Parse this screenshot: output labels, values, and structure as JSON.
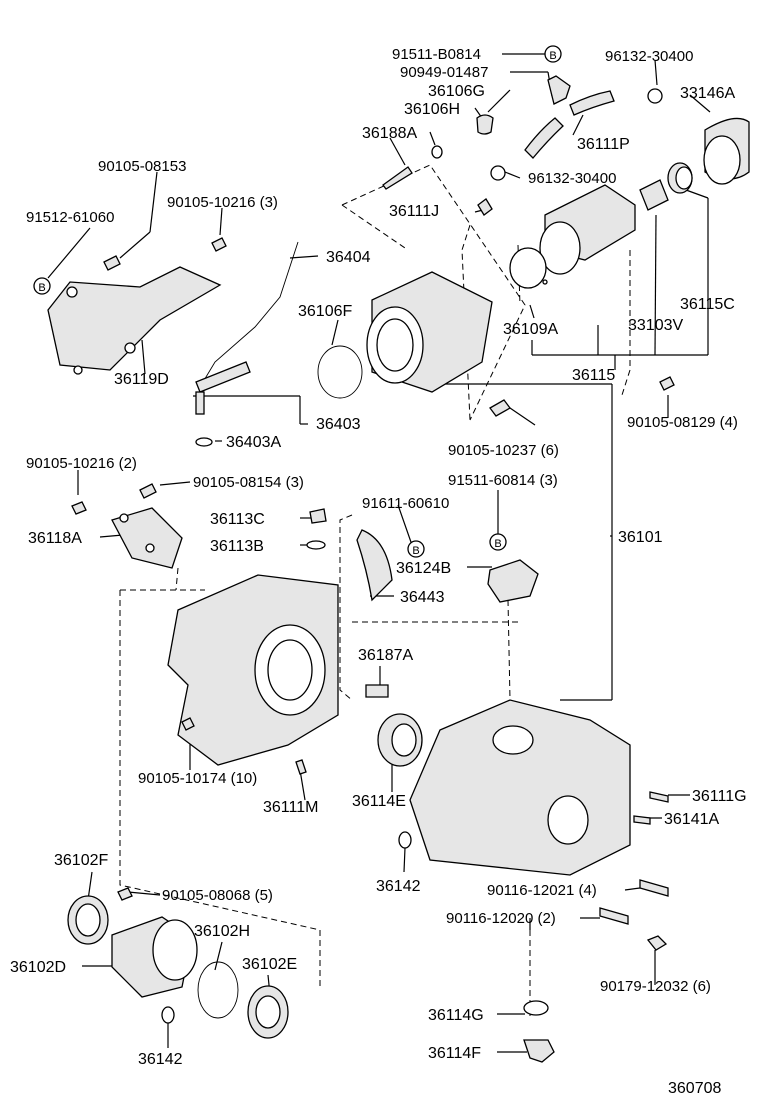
{
  "diagram": {
    "labels": [
      "91511-B0814",
      "90949-01487",
      "96132-30400",
      "36106G",
      "36106H",
      "33146A",
      "36188A",
      "36111P",
      "90105-08153",
      "96132-30400",
      "90105-10216 (3)",
      "36111J",
      "91512-61060",
      "36404",
      "36106F",
      "36115C",
      "36109A",
      "33103V",
      "36119D",
      "36115",
      "90105-08129 (4)",
      "36403",
      "36403A",
      "90105-10237 (6)",
      "90105-10216 (2)",
      "90105-08154 (3)",
      "91511-60814 (3)",
      "91611-60610",
      "36113C",
      "36101",
      "36118A",
      "36113B",
      "36124B",
      "36443",
      "36187A",
      "90105-10174 (10)",
      "36114E",
      "36111G",
      "36111M",
      "36141A",
      "36102F",
      "36142",
      "90116-12021 (4)",
      "90105-08068 (5)",
      "90116-12020 (2)",
      "36102H",
      "36102D",
      "36102E",
      "90179-12032 (6)",
      "36114G",
      "36142",
      "36114F",
      "360708"
    ],
    "callouts": [
      "B",
      "B",
      "B",
      "B"
    ]
  }
}
